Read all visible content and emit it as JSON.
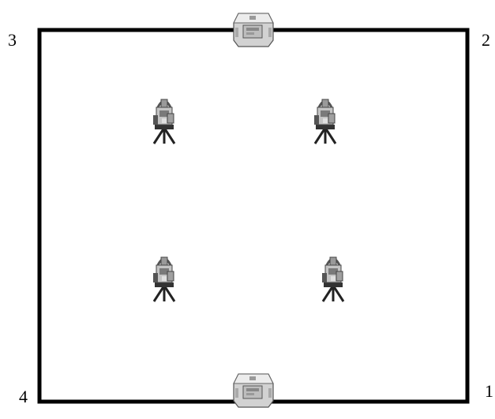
{
  "diagram": {
    "corner_labels": {
      "top_left": "3",
      "top_right": "2",
      "bottom_left": "4",
      "bottom_right": "1"
    },
    "icons": {
      "reflector": "reflector-prism-icon",
      "station": "total-station-icon"
    },
    "colors": {
      "outline": "#000000",
      "device_body": "#c9c9c9",
      "device_dark": "#3a3a3a"
    }
  }
}
